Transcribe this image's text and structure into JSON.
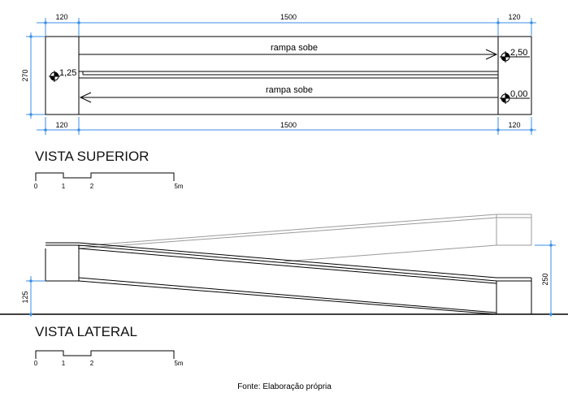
{
  "top_view": {
    "dim_top": [
      "120",
      "1500",
      "120"
    ],
    "dim_bottom": [
      "120",
      "1500",
      "120"
    ],
    "dim_height": "270",
    "ramp_upper_label": "rampa sobe",
    "ramp_lower_label": "rampa sobe",
    "level_left": "1,25",
    "level_right_upper": "2,50",
    "level_right_lower": "0,00",
    "title": "VISTA SUPERIOR"
  },
  "side_view": {
    "dim_left": "125",
    "dim_right": "250",
    "title": "VISTA LATERAL"
  },
  "scale_bar": {
    "ticks": [
      "0",
      "1",
      "2",
      "5m"
    ]
  },
  "source": "Fonte: Elaboração própria",
  "colors": {
    "dimension": "#3a8ee6",
    "lines": "#000000",
    "upper_ramp": "#9a9a9a"
  }
}
